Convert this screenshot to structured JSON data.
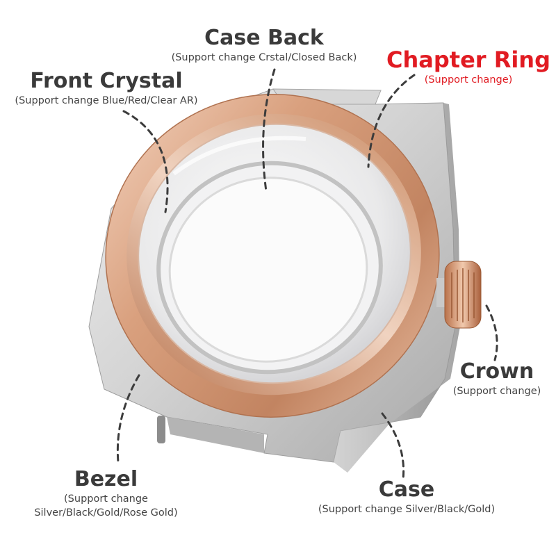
{
  "colors": {
    "accent": "#e11b22",
    "text": "#3a3a3a",
    "subtext": "#444444",
    "rose_gold": "#d9a07e",
    "steel": "#c9c9c9"
  },
  "labels": {
    "case_back": {
      "title": "Case Back",
      "subtitle": "(Support change Crstal/Closed Back)"
    },
    "front_crystal": {
      "title": "Front Crystal",
      "subtitle": "(Support change Blue/Red/Clear AR)"
    },
    "chapter_ring": {
      "title": "Chapter Ring",
      "subtitle": "(Support change)"
    },
    "crown": {
      "title": "Crown",
      "subtitle": "(Support change)"
    },
    "bezel": {
      "title": "Bezel",
      "subtitle_line1": "(Support change",
      "subtitle_line2": "Silver/Black/Gold/Rose Gold)"
    },
    "case": {
      "title": "Case",
      "subtitle": "(Support change Silver/Black/Gold)"
    }
  }
}
